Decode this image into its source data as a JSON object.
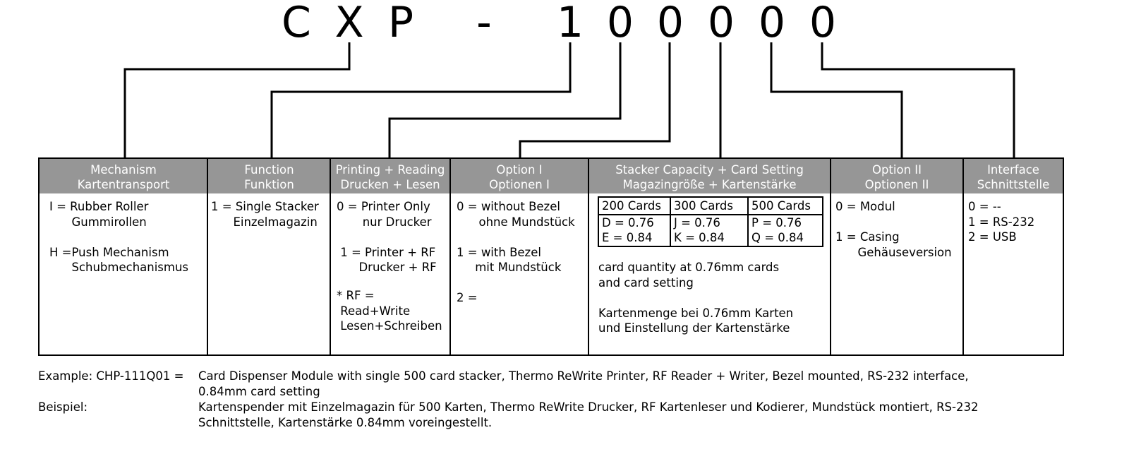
{
  "code": [
    "C",
    "X",
    "P",
    "-",
    "1",
    "0",
    "0",
    "0",
    "0",
    "0"
  ],
  "columns": [
    {
      "head1": "Mechanism",
      "head2": "Kartentransport",
      "lines": [
        "I = Rubber Roller",
        "      Gummirollen",
        "",
        "H =Push Mechanism",
        "      Schubmechanismus"
      ]
    },
    {
      "head1": "Function",
      "head2": "Funktion",
      "lines": [
        "1 = Single Stacker",
        "      Einzelmagazin"
      ]
    },
    {
      "head1": "Printing + Reading",
      "head2": "Drucken + Lesen",
      "lines": [
        "0 = Printer Only",
        "       nur Drucker",
        "",
        " 1 = Printer + RF",
        "      Drucker + RF",
        "",
        "* RF =",
        " Read+Write",
        " Lesen+Schreiben"
      ]
    },
    {
      "head1": "Option I",
      "head2": "Optionen I",
      "lines": [
        "0 = without Bezel",
        "      ohne Mundstück",
        "",
        "1 = with Bezel",
        "     mit Mundstück",
        "",
        "2 ="
      ]
    },
    {
      "head1": "Stacker Capacity + Card Setting",
      "head2": "Magazingröße + Kartenstärke",
      "lines": [
        "card quantity at 0.76mm cards",
        "and card setting",
        "",
        "Kartenmenge bei 0.76mm Karten",
        "und Einstellung der Kartenstärke"
      ]
    },
    {
      "head1": "Option II",
      "head2": "Optionen II",
      "lines": [
        "0 = Modul",
        "",
        "1 = Casing",
        "      Gehäuseversion"
      ]
    },
    {
      "head1": "Interface",
      "head2": "Schnittstelle",
      "lines": [
        "0 = --",
        "1 = RS-232",
        "2 = USB"
      ]
    }
  ],
  "capacity": {
    "headers": [
      "200 Cards",
      "300 Cards",
      "500 Cards"
    ],
    "rows": [
      [
        "D = 0.76",
        "J = 0.76",
        "P = 0.76"
      ],
      [
        "E = 0.84",
        "K = 0.84",
        "Q = 0.84"
      ]
    ]
  },
  "example": {
    "label1": "Example: CHP-111Q01 =",
    "text1a": "Card Dispenser Module with single 500 card stacker, Thermo ReWrite Printer, RF Reader + Writer, Bezel mounted, RS-232 interface,",
    "text1b": "0.84mm  card setting",
    "label2": "Beispiel:",
    "text2a": "Kartenspender mit Einzelmagazin für 500 Karten,  Thermo ReWrite Drucker, RF Kartenleser und Kodierer, Mundstück montiert, RS-232",
    "text2b": "Schnittstelle, Kartenstärke 0.84mm voreingestellt."
  }
}
